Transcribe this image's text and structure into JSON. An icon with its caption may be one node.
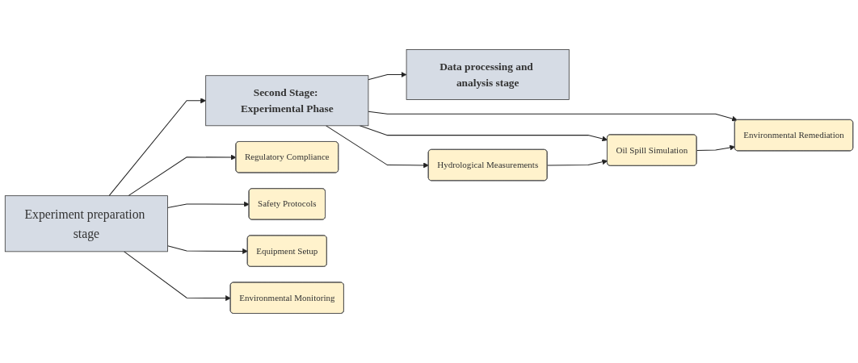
{
  "diagram": {
    "nodes": [
      {
        "text": [
          "Experiment preparation stage"
        ]
      },
      {
        "text": [
          "Second Stage: Experimental Phase"
        ]
      },
      {
        "text": [
          "Data processing and analysis stage"
        ]
      },
      {
        "text": [
          "Hydrological Measurements"
        ]
      },
      {
        "text": [
          "Oil Spill Simulation"
        ]
      },
      {
        "text": [
          "Environmental Remediation"
        ]
      },
      {
        "text": [
          "Regulatory Compliance"
        ]
      },
      {
        "text": [
          "Safety Protocols"
        ]
      },
      {
        "text": [
          "Equipment Setup"
        ]
      },
      {
        "text": [
          "Environmental Monitoring"
        ]
      }
    ],
    "edges": [
      {
        "from": 0,
        "to": 1,
        "arrow": "to"
      },
      {
        "from": 1,
        "to": 2,
        "arrow": "to"
      },
      {
        "from": 1,
        "to": 3,
        "arrow": "to"
      },
      {
        "from": 1,
        "to": 4,
        "arrow": "to"
      },
      {
        "from": 1,
        "to": 5,
        "arrow": "to"
      },
      {
        "from": 3,
        "to": 4,
        "arrow": "to"
      },
      {
        "from": 4,
        "to": 5,
        "arrow": "to"
      },
      {
        "from": 0,
        "to": 6,
        "arrow": "to"
      },
      {
        "from": 0,
        "to": 7,
        "arrow": "to"
      },
      {
        "from": 0,
        "to": 8,
        "arrow": "to"
      },
      {
        "from": 0,
        "to": 9,
        "arrow": "to"
      }
    ]
  }
}
